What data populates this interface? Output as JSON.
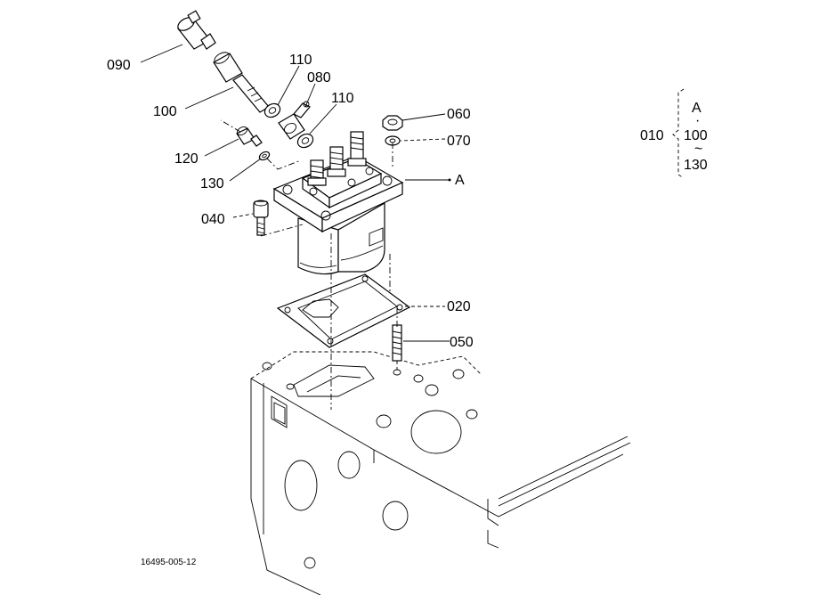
{
  "diagram": {
    "drawing_number": "16495-005-12",
    "callouts": [
      {
        "id": "090",
        "label": "090"
      },
      {
        "id": "100",
        "label": "100"
      },
      {
        "id": "110a",
        "label": "110"
      },
      {
        "id": "080",
        "label": "080"
      },
      {
        "id": "110b",
        "label": "110"
      },
      {
        "id": "120",
        "label": "120"
      },
      {
        "id": "130",
        "label": "130"
      },
      {
        "id": "040",
        "label": "040"
      },
      {
        "id": "060",
        "label": "060"
      },
      {
        "id": "070",
        "label": "070"
      },
      {
        "id": "A",
        "label": "A"
      },
      {
        "id": "020",
        "label": "020"
      },
      {
        "id": "050",
        "label": "050"
      }
    ],
    "assembly_group": {
      "label": "010",
      "items": [
        "A",
        "100",
        "130"
      ],
      "separator_dot": "·",
      "range_mark": "~"
    }
  }
}
